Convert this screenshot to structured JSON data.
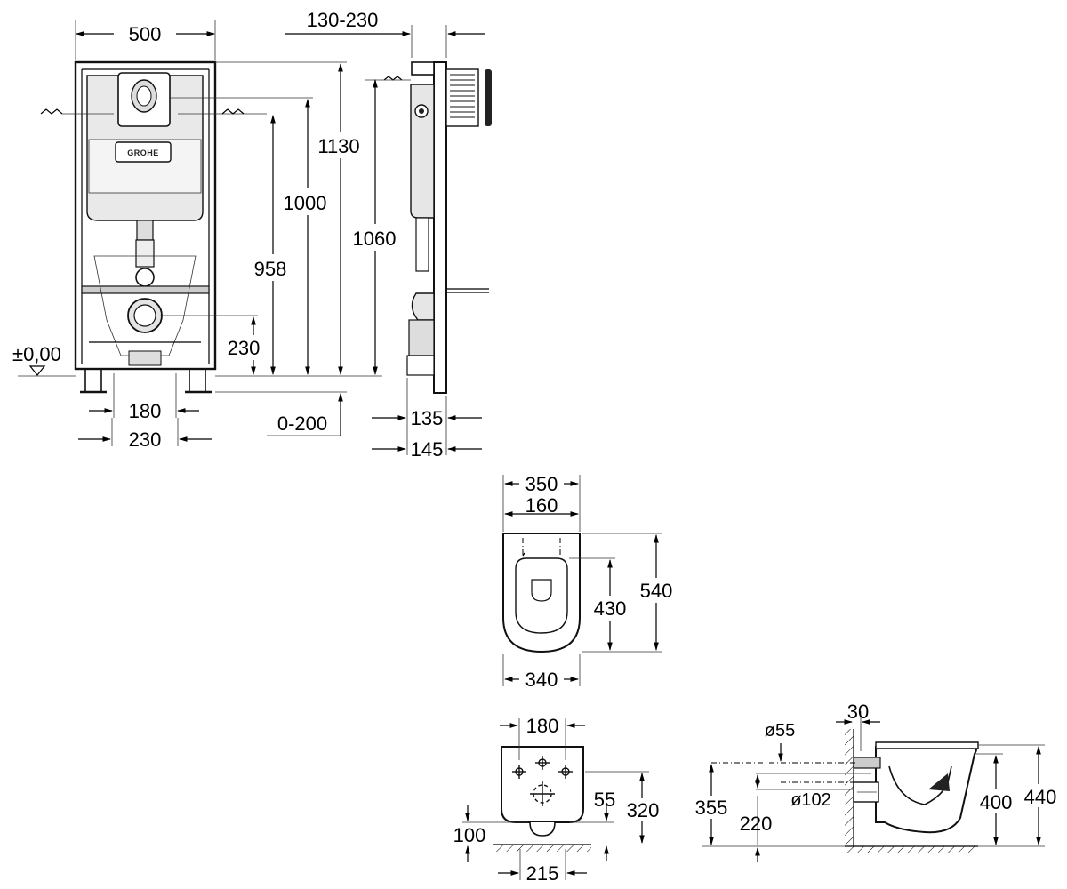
{
  "frame_front": {
    "width": "500",
    "inlet_height": "958",
    "flush_plate_height": "1000",
    "frame_height": "1130",
    "drain_height": "230",
    "floor_level": "±0,00",
    "bolt_spacing": "180",
    "drain_spacing": "230",
    "adjustable_legs": "0-200",
    "logo": "GROHE"
  },
  "frame_side": {
    "wall_depth": "130-230",
    "overall_height": "1060",
    "frame_depth": "135",
    "max_depth": "145"
  },
  "bowl_top": {
    "width": "350",
    "bolt_spacing": "160",
    "length": "540",
    "bolt_to_front": "430",
    "rear_width": "340"
  },
  "bowl_rear": {
    "bolt_spacing": "180",
    "drain_offset": "55",
    "bolt_height": "320",
    "outlet_height": "100",
    "base_width": "215"
  },
  "bowl_side": {
    "wall_gap": "30",
    "inlet_diameter": "ø55",
    "outlet_diameter": "ø102",
    "inlet_height": "355",
    "outlet_height": "220",
    "rim_height": "400",
    "top_height": "440"
  }
}
